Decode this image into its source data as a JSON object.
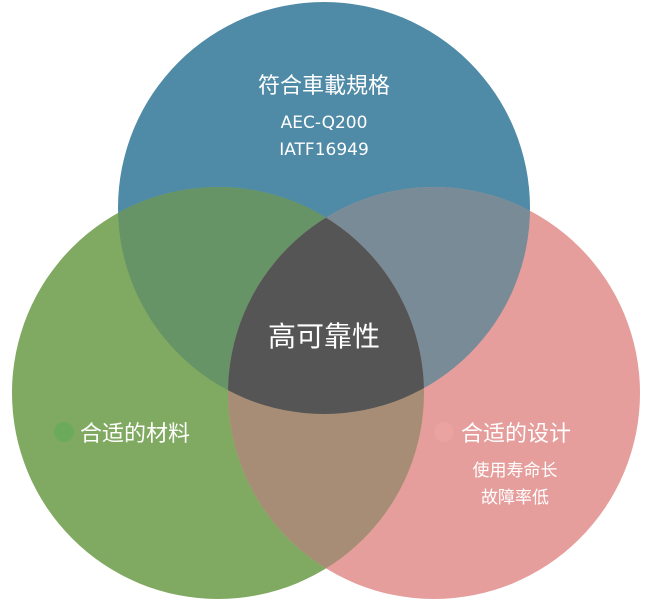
{
  "colors": {
    "top": "#4f8ba6",
    "left": "#80aa62",
    "right": "#e59e9c",
    "top_left": "#679467",
    "top_right": "#7a8b98",
    "left_right": "#a88d76",
    "center": "#555555"
  },
  "top": {
    "title": "符合車載規格",
    "lines": [
      "AEC-Q200",
      "IATF16949"
    ]
  },
  "left": {
    "title": "合适的材料"
  },
  "right": {
    "title": "合适的设计",
    "lines": [
      "使用寿命长",
      "故障率低"
    ]
  },
  "center": {
    "title": "高可靠性"
  }
}
